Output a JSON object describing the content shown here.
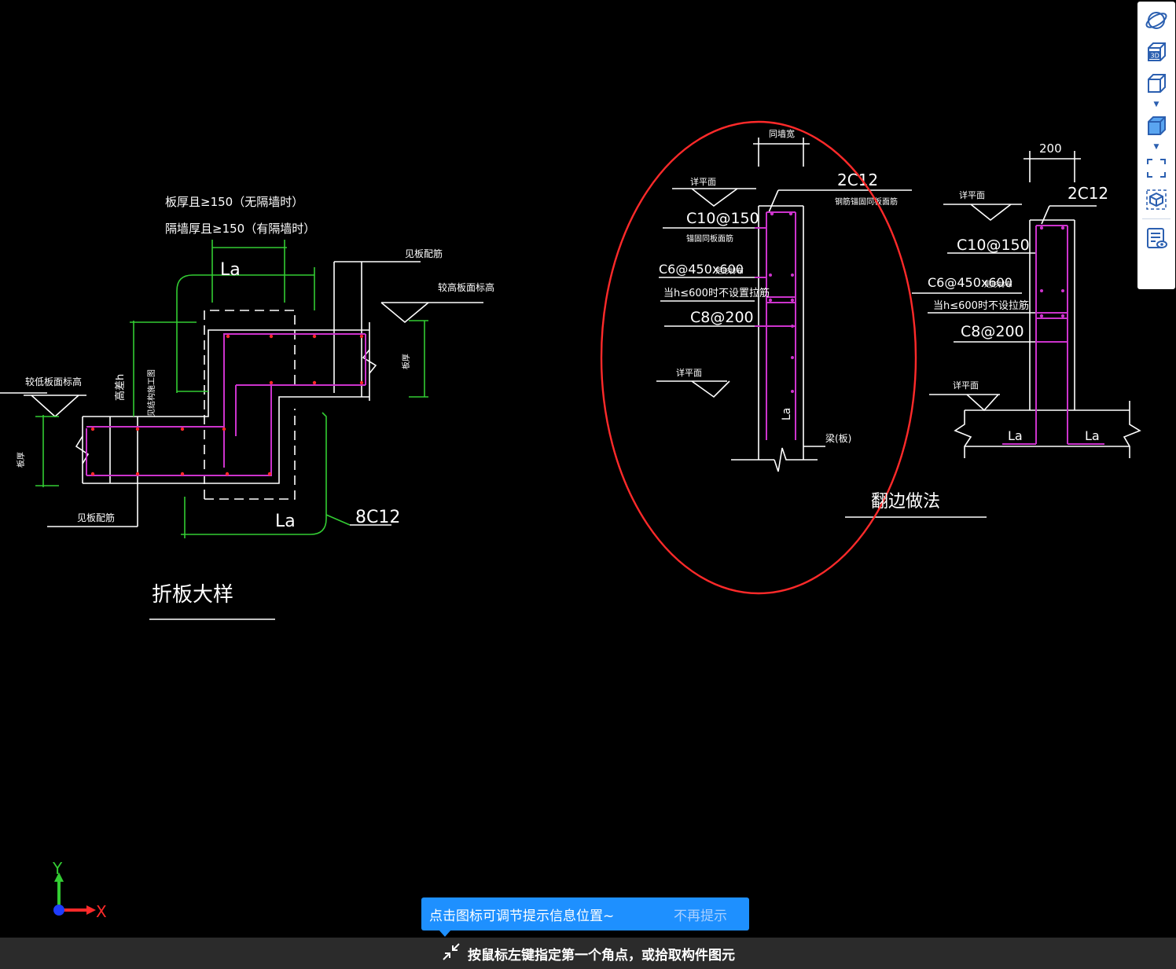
{
  "drawing": {
    "left_detail": {
      "title": "折板大样",
      "note_line1": "板厚且≥150（无隔墙时）",
      "note_line2": "隔墙厚且≥150（有隔墙时）",
      "la_top": "La",
      "la_bottom": "La",
      "rebar_label": "8C12",
      "step_label": "高差h",
      "upper_side_label": "见板配筋",
      "upper_elev_label": "较高板面标高",
      "lower_elev_label": "较低板面标高",
      "lower_side_label": "见板配筋",
      "vertical_note": "见结构施工图",
      "left_thk_label": "板厚",
      "right_thk_label": "板厚"
    },
    "middle_detail": {
      "dim_top": "同墙宽",
      "rebar_top": "2C12",
      "rebar_top_note": "钢筋锚固同板面筋",
      "ref_top": "详平面",
      "stirrup1": "C10@150",
      "stirrup1_note": "锚固同板面筋",
      "stirrup2": "C6@450x600",
      "stirrup2_note": "矩形排布",
      "stirrup2_note2": "当h≤600时不设置拉筋",
      "stirrup3": "C8@200",
      "ref_bottom": "详平面",
      "la_label": "La",
      "end_label": "梁(板)"
    },
    "right_detail": {
      "dim_top": "200",
      "rebar_top": "2C12",
      "ref_top": "详平面",
      "stirrup1": "C10@150",
      "stirrup2": "C6@450x600",
      "stirrup2_note": "矩形排布",
      "stirrup2_note2": "当h≤600时不设拉筋",
      "stirrup3": "C8@200",
      "ref_bottom": "详平面",
      "la_left": "La",
      "la_right": "La",
      "title": "翻边做法"
    },
    "axes": {
      "x_label": "X",
      "y_label": "Y"
    }
  },
  "toolbar": {
    "icons": [
      "orbit-icon",
      "view-3d-icon",
      "box-view-icon",
      "solid-view-icon",
      "fit-screen-icon",
      "component-view-icon",
      "property-display-icon"
    ]
  },
  "hint": {
    "message": "点击图标可调节提示信息位置~",
    "dismiss": "不再提示"
  },
  "status": {
    "prompt": "按鼠标左键指定第一个角点，或拾取构件图元"
  },
  "colors": {
    "background": "#000000",
    "line_white": "#ffffff",
    "rebar_magenta": "#cc33cc",
    "dim_green": "#33cc33",
    "highlight_red": "#ff2a2a",
    "hint_blue": "#1e90ff"
  }
}
